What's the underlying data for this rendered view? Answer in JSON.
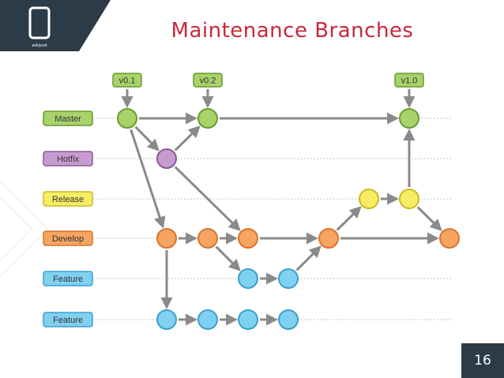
{
  "slide": {
    "title": "Maintenance Branches",
    "page_number": "16",
    "logo_text": "wikipod"
  },
  "branches": [
    {
      "id": "master",
      "label": "Master",
      "fill": "#a7d36a",
      "stroke": "#6c9a2f"
    },
    {
      "id": "hotfix",
      "label": "Hotfix",
      "fill": "#c79bd0",
      "stroke": "#8a5a96"
    },
    {
      "id": "release",
      "label": "Release",
      "fill": "#f7ec64",
      "stroke": "#c9bb25"
    },
    {
      "id": "develop",
      "label": "Develop",
      "fill": "#f6a462",
      "stroke": "#d6762e"
    },
    {
      "id": "feature1",
      "label": "Feature",
      "fill": "#80d0f0",
      "stroke": "#3aa0cf"
    },
    {
      "id": "feature2",
      "label": "Feature",
      "fill": "#80d0f0",
      "stroke": "#3aa0cf"
    }
  ],
  "tags": [
    {
      "label": "v0.1",
      "fill": "#a7d36a",
      "stroke": "#6c9a2f"
    },
    {
      "label": "v0.2",
      "fill": "#a7d36a",
      "stroke": "#6c9a2f"
    },
    {
      "label": "v1.0",
      "fill": "#a7d36a",
      "stroke": "#6c9a2f"
    }
  ],
  "colors": {
    "title": "#c8283a",
    "arrow": "#8a8a8a",
    "dark_panel": "#2d3a47",
    "master": "#a7d36a",
    "hotfix": "#c79bd0",
    "release": "#f7ec64",
    "develop": "#f6a462",
    "feature": "#80d0f0"
  }
}
